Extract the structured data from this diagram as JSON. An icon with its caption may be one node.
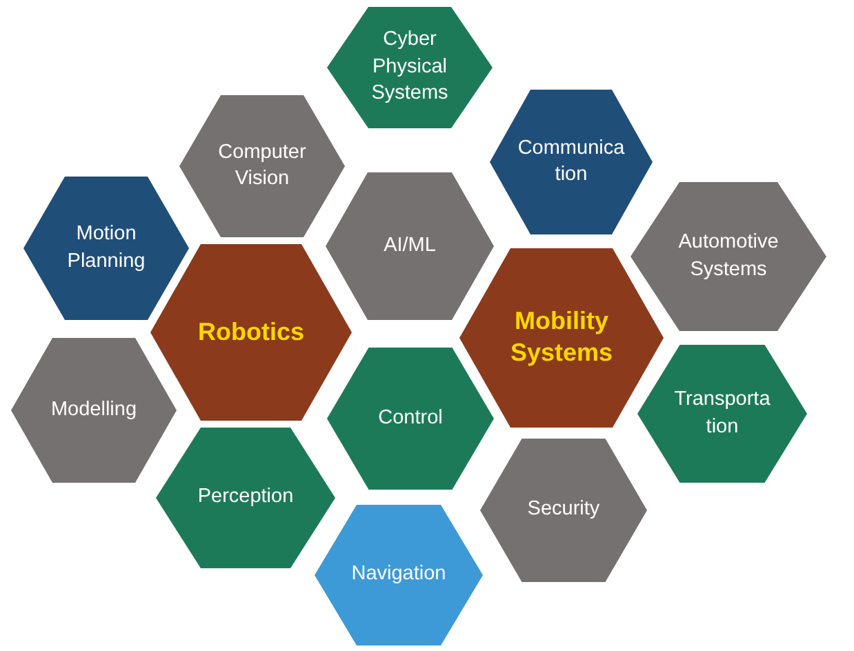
{
  "diagram": {
    "nodes": [
      {
        "text": [
          "Cyber Physical Systems"
        ]
      },
      {
        "text": [
          "Computer Vision"
        ]
      },
      {
        "text": [
          "Communica tion"
        ]
      },
      {
        "text": [
          "Motion Planning"
        ]
      },
      {
        "text": [
          "AI/ML"
        ]
      },
      {
        "text": [
          "Automotive Systems"
        ]
      },
      {
        "text": [
          "Robotics"
        ]
      },
      {
        "text": [
          "Mobility Systems"
        ]
      },
      {
        "text": [
          "Modelling"
        ]
      },
      {
        "text": [
          "Control"
        ]
      },
      {
        "text": [
          "Transporta tion"
        ]
      },
      {
        "text": [
          "Perception"
        ]
      },
      {
        "text": [
          "Security"
        ]
      },
      {
        "text": [
          "Navigation"
        ]
      }
    ]
  }
}
